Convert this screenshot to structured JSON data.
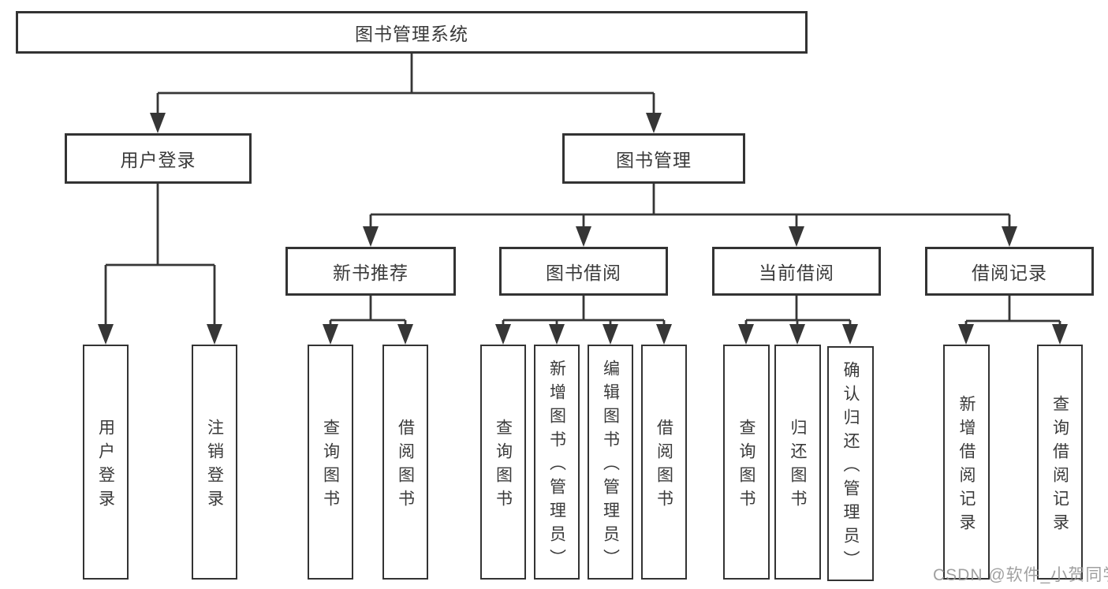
{
  "diagram": {
    "root": {
      "label": "图书管理系统"
    },
    "children": [
      {
        "label": "用户登录",
        "children": [
          {
            "label": "用户登录"
          },
          {
            "label": "注销登录"
          }
        ]
      },
      {
        "label": "图书管理",
        "children": [
          {
            "label": "新书推荐",
            "children": [
              {
                "label": "查询图书"
              },
              {
                "label": "借阅图书"
              }
            ]
          },
          {
            "label": "图书借阅",
            "children": [
              {
                "label": "查询图书"
              },
              {
                "label": "新增图书（管理员）"
              },
              {
                "label": "编辑图书（管理员）"
              },
              {
                "label": "借阅图书"
              }
            ]
          },
          {
            "label": "当前借阅",
            "children": [
              {
                "label": "查询图书"
              },
              {
                "label": "归还图书"
              },
              {
                "label": "确认归还（管理员）"
              }
            ]
          },
          {
            "label": "借阅记录",
            "children": [
              {
                "label": "新增借阅记录"
              },
              {
                "label": "查询借阅记录"
              }
            ]
          }
        ]
      }
    ]
  },
  "watermark": {
    "text": "CSDN @软件_小贺同学"
  },
  "colors": {
    "line": "#363636",
    "border": "#333333",
    "text": "#3a3a3a",
    "watermark": "#969696"
  }
}
